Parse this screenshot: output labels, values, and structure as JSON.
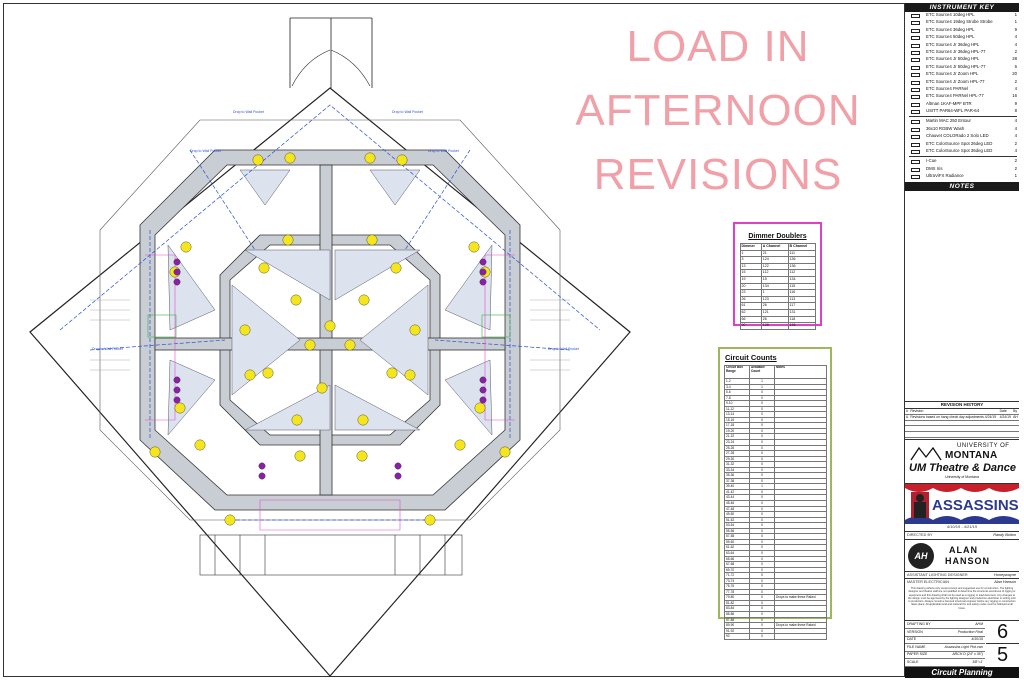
{
  "watermark": [
    "LOAD IN",
    "AFTERNOON",
    "REVISIONS"
  ],
  "plan_labels": {
    "drop_wall_nw": "Drop to Wall Pocket",
    "drop_wall_ne": "Drop to Wall Pocket",
    "drop_wall_w": "Drop to Wall Pocket",
    "drop_wall_e": "Drop to Wall Pocket",
    "drop_wall_n2": "Drop to Wall Pocket",
    "drop_wall_s": "Drop to Wall Pocket"
  },
  "dimmer_doublers": {
    "title": "Dimmer Doublers",
    "headers": [
      "Dimmer",
      "A Channel",
      "B Channel"
    ],
    "rows": [
      [
        "1",
        "21",
        "111"
      ],
      [
        "3",
        "124",
        "136"
      ],
      [
        "13",
        "122",
        "136"
      ],
      [
        "15",
        "112",
        "112"
      ],
      [
        "19",
        "15",
        "134"
      ],
      [
        "20",
        "134",
        "115"
      ],
      [
        "23",
        "1",
        "116"
      ],
      [
        "26",
        "123",
        "113"
      ],
      [
        "61",
        "26",
        "117"
      ],
      [
        "62",
        "121",
        "131"
      ],
      [
        "66",
        "26",
        "118"
      ],
      [
        "90",
        "128",
        "136"
      ]
    ]
  },
  "circuit_counts": {
    "title": "Circuit Counts",
    "headers": [
      "Circuit Box Range",
      "Available Count",
      "Notes"
    ],
    "rows": [
      [
        "1-2",
        "1",
        ""
      ],
      [
        "3-4",
        "1",
        ""
      ],
      [
        "5-6",
        "0",
        ""
      ],
      [
        "7-8",
        "0",
        ""
      ],
      [
        "9-10",
        "0",
        ""
      ],
      [
        "11-12",
        "0",
        ""
      ],
      [
        "13-14",
        "0",
        ""
      ],
      [
        "15-16",
        "0",
        ""
      ],
      [
        "17-18",
        "0",
        ""
      ],
      [
        "19-20",
        "0",
        ""
      ],
      [
        "21-22",
        "0",
        ""
      ],
      [
        "23-24",
        "0",
        ""
      ],
      [
        "25-26",
        "0",
        ""
      ],
      [
        "27-28",
        "0",
        ""
      ],
      [
        "29-30",
        "0",
        ""
      ],
      [
        "31-32",
        "0",
        ""
      ],
      [
        "33-34",
        "0",
        ""
      ],
      [
        "35-36",
        "0",
        ""
      ],
      [
        "37-38",
        "0",
        ""
      ],
      [
        "39-40",
        "1",
        ""
      ],
      [
        "41-42",
        "0",
        ""
      ],
      [
        "43-44",
        "0",
        ""
      ],
      [
        "45-46",
        "0",
        ""
      ],
      [
        "47-48",
        "0",
        ""
      ],
      [
        "49-50",
        "0",
        ""
      ],
      [
        "51-52",
        "0",
        ""
      ],
      [
        "53-54",
        "0",
        ""
      ],
      [
        "55-56",
        "0",
        ""
      ],
      [
        "57-58",
        "0",
        ""
      ],
      [
        "59-60",
        "0",
        ""
      ],
      [
        "61-62",
        "0",
        ""
      ],
      [
        "63-64",
        "0",
        ""
      ],
      [
        "65-66",
        "0",
        ""
      ],
      [
        "67-68",
        "0",
        ""
      ],
      [
        "69-70",
        "0",
        ""
      ],
      [
        "71-72",
        "0",
        ""
      ],
      [
        "73-74",
        "0",
        ""
      ],
      [
        "75-76",
        "0",
        ""
      ],
      [
        "77-78",
        "0",
        ""
      ],
      [
        "79-80",
        "0",
        "Drops to make these Raked"
      ],
      [
        "81-82",
        "0",
        ""
      ],
      [
        "83-84",
        "0",
        ""
      ],
      [
        "85-86",
        "0",
        ""
      ],
      [
        "87-88",
        "0",
        ""
      ],
      [
        "89-90",
        "0",
        "Drops to make these Raked"
      ],
      [
        "91-92",
        "0",
        ""
      ],
      [
        "93",
        "0",
        ""
      ]
    ]
  },
  "instrument_key": {
    "title": "INSTRUMENT KEY",
    "items": [
      {
        "label": "ETC Source4 10deg HPL",
        "qty": "1"
      },
      {
        "label": "ETC Source4 19deg Strobe Strobe",
        "qty": "1"
      },
      {
        "label": "ETC Source4 36deg HPL",
        "qty": "9"
      },
      {
        "label": "ETC Source4 50deg HPL",
        "qty": "4"
      },
      {
        "label": "ETC Source4 Jr 36deg HPL",
        "qty": "4"
      },
      {
        "label": "ETC Source4 Jr 36deg HPL-77",
        "qty": "2"
      },
      {
        "label": "ETC Source4 Jr 50deg HPL",
        "qty": "28"
      },
      {
        "label": "ETC Source4 Jr 50deg HPL-77",
        "qty": "6"
      },
      {
        "label": "ETC Source4 Jr Zoom HPL",
        "qty": "20"
      },
      {
        "label": "ETC Source4 Jr Zoom HPL-77",
        "qty": "2"
      },
      {
        "label": "ETC Source4 PARNel",
        "qty": "4"
      },
      {
        "label": "ETC Source4 PARNel HPL-77",
        "qty": "16"
      },
      {
        "label": "Altman 1KAF-MPF BTR",
        "qty": "9"
      },
      {
        "label": "USITT PAR64-WFL PAR-64",
        "qty": "8"
      },
      {
        "label": "Martin MAC 250 Entour",
        "qty": "4"
      },
      {
        "label": "36x10 RGBW Wash",
        "qty": "4"
      },
      {
        "label": "Chauvet COLORado 2 Solo LED",
        "qty": "4"
      },
      {
        "label": "ETC ColorSource Spot 26deg LED",
        "qty": "2"
      },
      {
        "label": "ETC ColorSource Spot 36deg LED",
        "qty": "4"
      },
      {
        "label": "I-Cue",
        "qty": "2"
      },
      {
        "label": "DMX Iris",
        "qty": "2"
      },
      {
        "label": "UltraViFX Radiance",
        "qty": "1"
      }
    ]
  },
  "notes_title": "NOTES",
  "revision_history": {
    "title": "REVISION HISTORY",
    "headers": [
      "#",
      "Revision",
      "Date",
      "By"
    ],
    "rows": [
      [
        "A",
        "Revisions based on hang check day adjustments 4/24/19",
        "4/24/19",
        "AH"
      ]
    ]
  },
  "um_logo": {
    "line1": "UNIVERSITY OF",
    "line2": "MONTANA",
    "line3": "UM Theatre & Dance",
    "line4": "University of Montana"
  },
  "show": {
    "title": "ASSASSINS",
    "dates": "4/10/19 - 4/21/19"
  },
  "director": {
    "key": "DIRECTED BY",
    "value": "Randy Bolton"
  },
  "designer": {
    "initials": "AH",
    "first": "ALAN",
    "last": "HANSON"
  },
  "assistant": {
    "key": "ASSISTANT LIGHTING DESIGNER",
    "value": "Honeywayne"
  },
  "electrician": {
    "key": "MASTER ELECTRICIAN",
    "value": "Alan Hanson"
  },
  "disclaimer": "This drawing reflects only visual concept and suggested use for construction. The lighting designer and theatre staff are not qualified to determine the structural soundness of rigging or equipment and this drawing shall not be used as a rigging or load document. Any changes to the design must be approved by the lighting designer and production electrician in writing prior to production. Always consult a licensed structural engineer before any rigging or construction takes place. All applicable local and national fire and safety codes must be followed at all times.",
  "sheet_info": [
    {
      "key": "DRAFTING BY",
      "value": "AHM"
    },
    {
      "key": "VERSION",
      "value": "Production Final"
    },
    {
      "key": "DATE",
      "value": "4/10/19"
    },
    {
      "key": "FILE NAME",
      "value": "Assassins Light Plot.vwx"
    },
    {
      "key": "PAPER SIZE",
      "value": "ARCH D (24\" x 36\")"
    },
    {
      "key": "SCALE",
      "value": "3/8\"=1'"
    }
  ],
  "sheet_number": {
    "top": "6",
    "bottom": "5"
  },
  "sheet_title": "Circuit Planning"
}
